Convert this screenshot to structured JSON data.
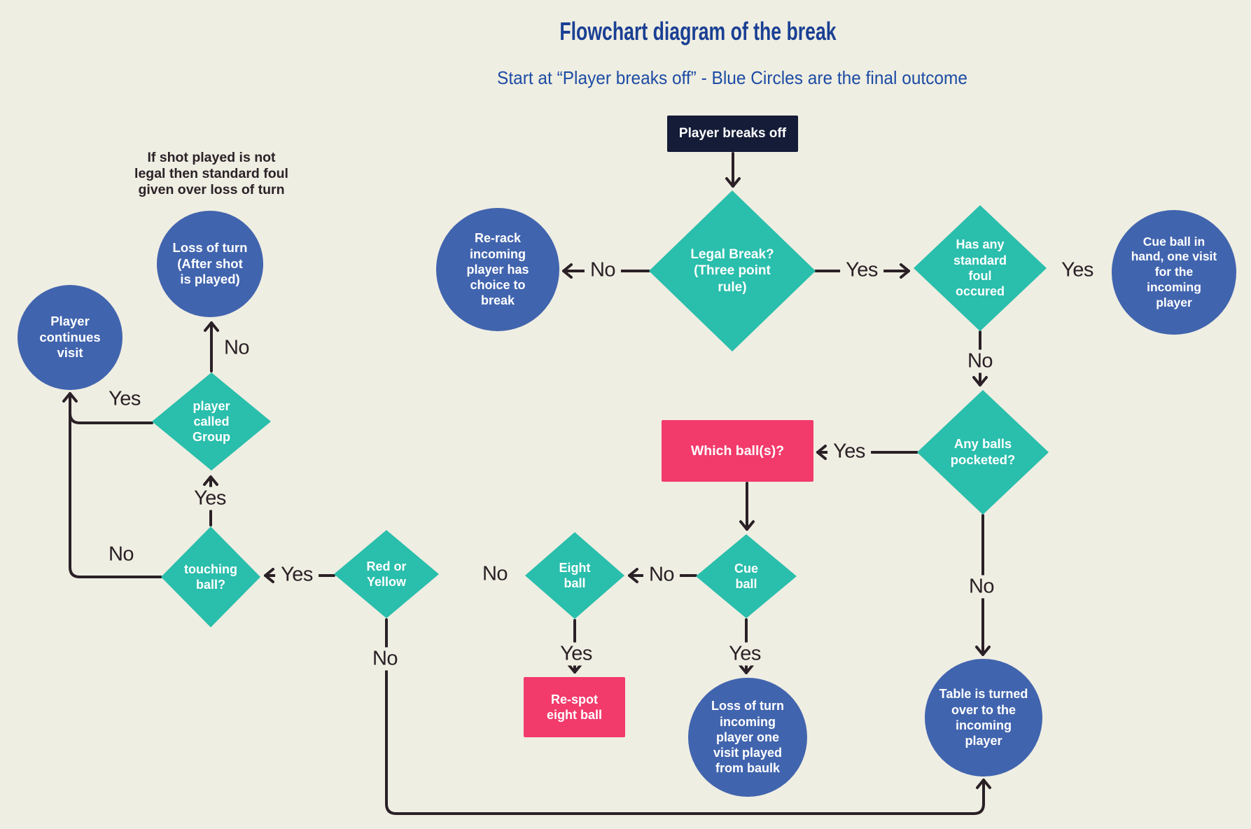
{
  "page": {
    "title": "Flowchart diagram of the break",
    "subtitle": "Start at “Player breaks off” - Blue Circles are the final outcome",
    "annotation": "If shot played is not\nlegal then standard foul\ngiven over loss of turn"
  },
  "colors": {
    "background": "#EFEEE2",
    "teal": "#2ABEAC",
    "blue": "#4164AE",
    "pink": "#F23A6B",
    "navy": "#141C37",
    "line": "#2A2026",
    "title_blue": "#1A4094",
    "subtitle_blue": "#1C4CA4",
    "label_dark": "#2B2228"
  },
  "nodes": {
    "start": {
      "label": "Player breaks off",
      "shape": "dark-rectangle"
    },
    "legal_break": {
      "label": "Legal Break?\n(Three point\nrule)",
      "shape": "diamond"
    },
    "rerack": {
      "label": "Re-rack\nincoming\nplayer has\nchoice to\nbreak",
      "shape": "circle"
    },
    "standard_foul": {
      "label": "Has any\nstandard\nfoul\noccured",
      "shape": "diamond"
    },
    "cue_in_hand": {
      "label": "Cue ball in\nhand, one visit\nfor the\nincoming\nplayer",
      "shape": "circle"
    },
    "loss_after_shot": {
      "label": "Loss of turn\n(After shot\nis played)",
      "shape": "circle"
    },
    "continues": {
      "label": "Player\ncontinues\nvisit",
      "shape": "circle"
    },
    "called_group": {
      "label": "player\ncalled\nGroup",
      "shape": "diamond"
    },
    "touching_ball": {
      "label": "touching\nball?",
      "shape": "diamond"
    },
    "red_yellow": {
      "label": "Red or\nYellow",
      "shape": "diamond"
    },
    "eight_ball": {
      "label": "Eight\nball",
      "shape": "diamond"
    },
    "cue_ball": {
      "label": "Cue\nball",
      "shape": "diamond"
    },
    "which_ball": {
      "label": "Which ball(s)?",
      "shape": "pink-rectangle"
    },
    "any_pocketed": {
      "label": "Any balls\npocketed?",
      "shape": "diamond"
    },
    "respot": {
      "label": "Re-spot\neight ball",
      "shape": "pink-rectangle"
    },
    "loss_baulk": {
      "label": "Loss of turn\nincoming\nplayer one\nvisit played\nfrom baulk",
      "shape": "circle"
    },
    "table_turned": {
      "label": "Table is turned\nover to the\nincoming\nplayer",
      "shape": "circle"
    }
  },
  "edge_labels": [
    {
      "text": "No",
      "edge": "legal-break-to-rerack"
    },
    {
      "text": "Yes",
      "edge": "legal-break-to-standard-foul"
    },
    {
      "text": "Yes",
      "edge": "standard-foul-to-cue-ball-in-hand"
    },
    {
      "text": "No",
      "edge": "standard-foul-to-any-balls-pocketed"
    },
    {
      "text": "Yes",
      "edge": "any-balls-pocketed-to-which-ball"
    },
    {
      "text": "No",
      "edge": "any-balls-pocketed-to-table-turned"
    },
    {
      "text": "No",
      "edge": "cue-ball-to-eight-ball"
    },
    {
      "text": "Yes",
      "edge": "cue-ball-to-loss-baulk"
    },
    {
      "text": "Yes",
      "edge": "eight-ball-to-respot"
    },
    {
      "text": "No",
      "edge": "eight-ball-to-red-yellow"
    },
    {
      "text": "Yes",
      "edge": "red-yellow-to-touching-ball"
    },
    {
      "text": "No",
      "edge": "red-yellow-to-table-turned"
    },
    {
      "text": "Yes",
      "edge": "touching-ball-to-called-group"
    },
    {
      "text": "No",
      "edge": "touching-ball-to-player-continues"
    },
    {
      "text": "Yes",
      "edge": "called-group-to-player-continues"
    },
    {
      "text": "No",
      "edge": "called-group-to-loss-of-turn"
    }
  ]
}
